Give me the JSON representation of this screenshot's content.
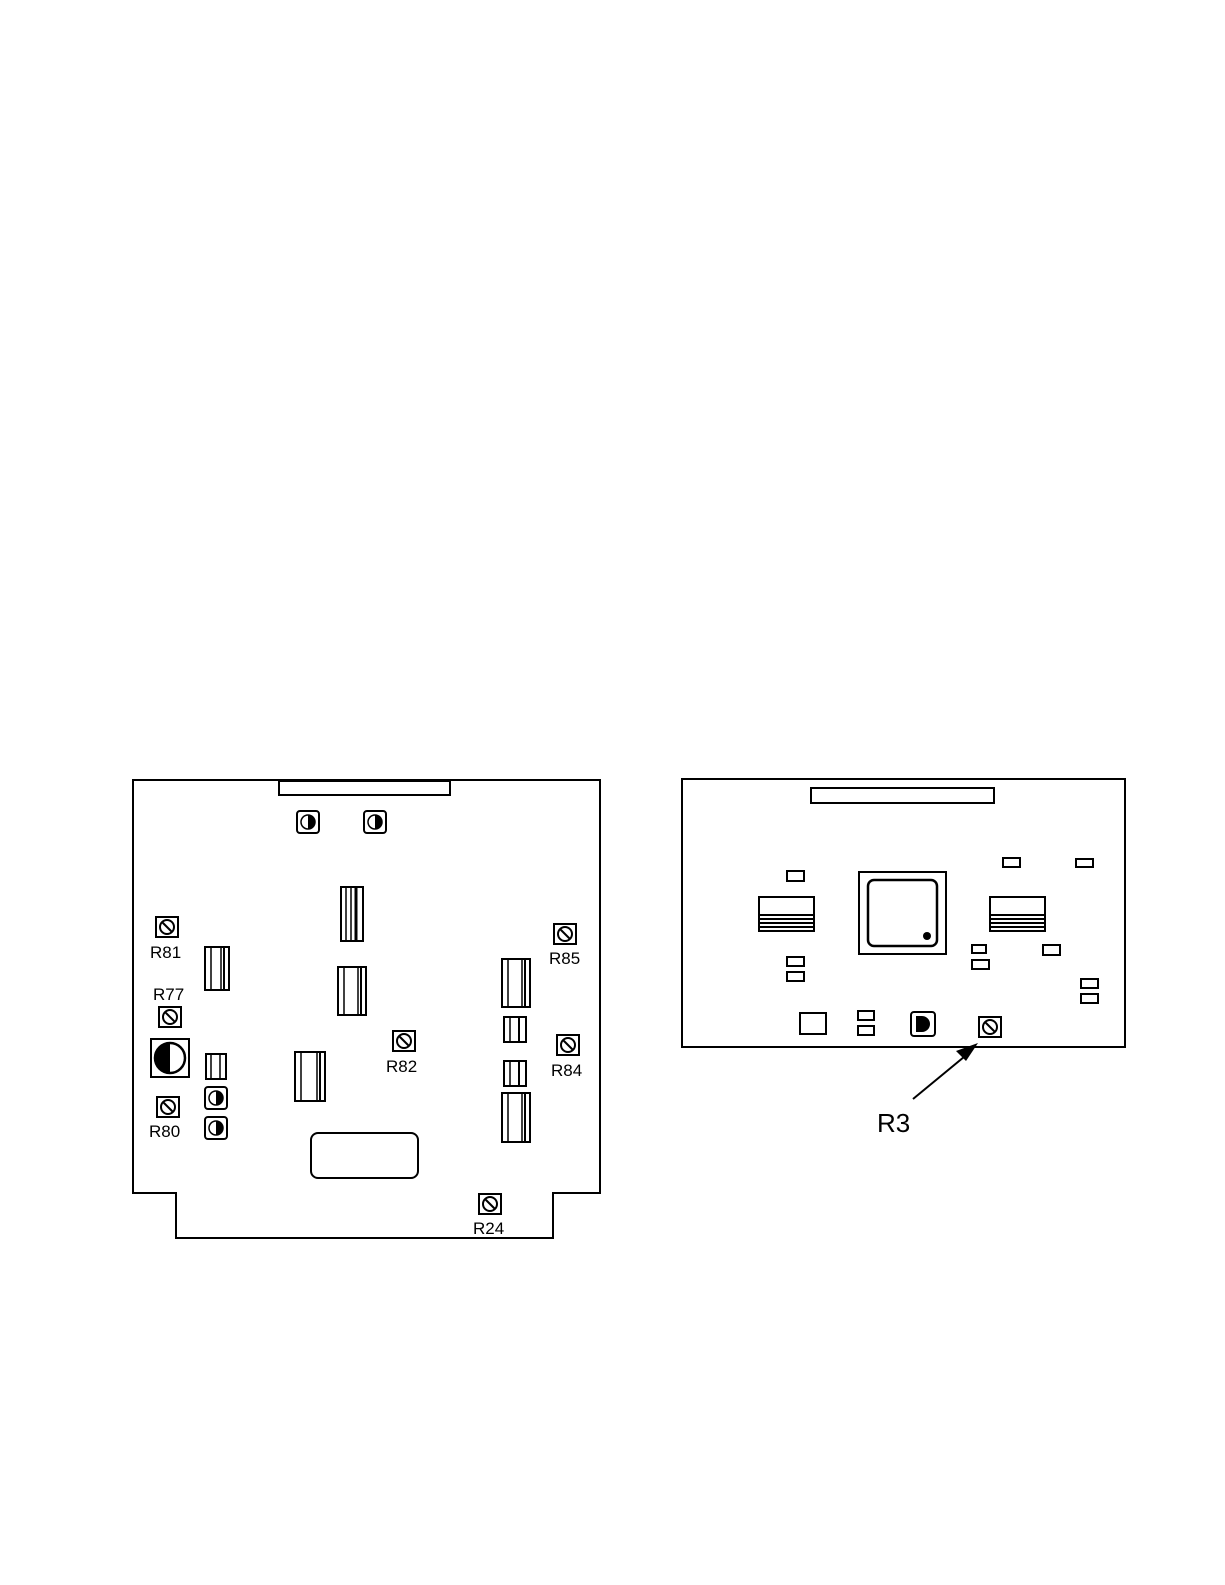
{
  "board_left": {
    "labels": {
      "r81": "R81",
      "r77": "R77",
      "r80": "R80",
      "r82": "R82",
      "r85": "R85",
      "r84": "R84",
      "r24": "R24"
    }
  },
  "board_right": {
    "labels": {
      "r3": "R3"
    }
  },
  "colors": {
    "line": "#000000",
    "background": "#ffffff"
  },
  "icons": {
    "trimmer": "trimmer-potentiometer-icon",
    "capacitor": "capacitor-icon",
    "ic": "ic-chip-icon"
  }
}
